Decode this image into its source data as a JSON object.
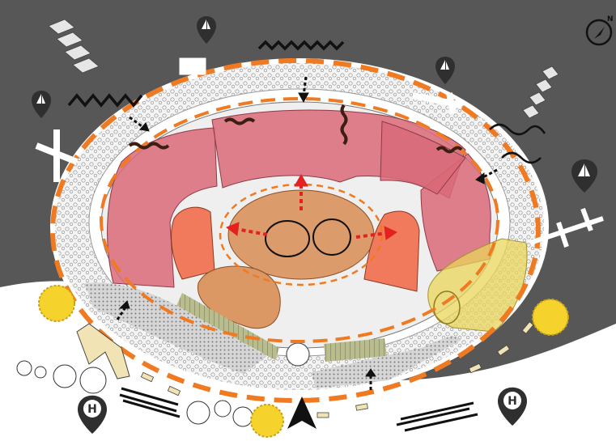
{
  "map": {
    "colors": {
      "background": "#575757",
      "ground": "#ffffff",
      "boundary": "#f07a21",
      "residential": "#d96a78",
      "central_plaza": "#d9915c",
      "secondary": "#ef6d4a",
      "yellow_zone": "#e8d55a",
      "green_strip": "#b9bc8c",
      "sun": "#f6d22d",
      "pin": "#2f2f2f",
      "chevron": "#e6e6e6",
      "access_arrow": "#111111"
    },
    "icons": {
      "compass": "compass-icon",
      "sailboat_pin": "sailboat-pin-icon",
      "hospital_pin": "hospital-pin-icon",
      "sun": "sun-icon",
      "wind_chevrons": "wind-chevron-icon",
      "entrance": "main-entrance-arrow-icon"
    },
    "pin_labels": {
      "hospital_left": "H",
      "hospital_right": "H"
    },
    "compass_label": "N"
  }
}
